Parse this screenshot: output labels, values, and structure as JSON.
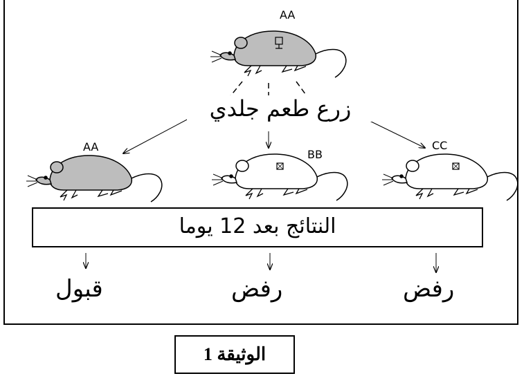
{
  "genotypes": {
    "donor": "AA",
    "recipient_left": "AA",
    "recipient_middle": "BB",
    "recipient_right": "CC"
  },
  "graft_label": "زرع طعم جلدي",
  "results_label": "النتائج بعد 12 يوما",
  "outcomes": {
    "left": "قبول",
    "middle": "رفض",
    "right": "رفض"
  },
  "document_label": "الوثيقة 1",
  "colors": {
    "gray_mouse": "#bdbdbd",
    "white_mouse": "#ffffff",
    "outline": "#000000"
  }
}
